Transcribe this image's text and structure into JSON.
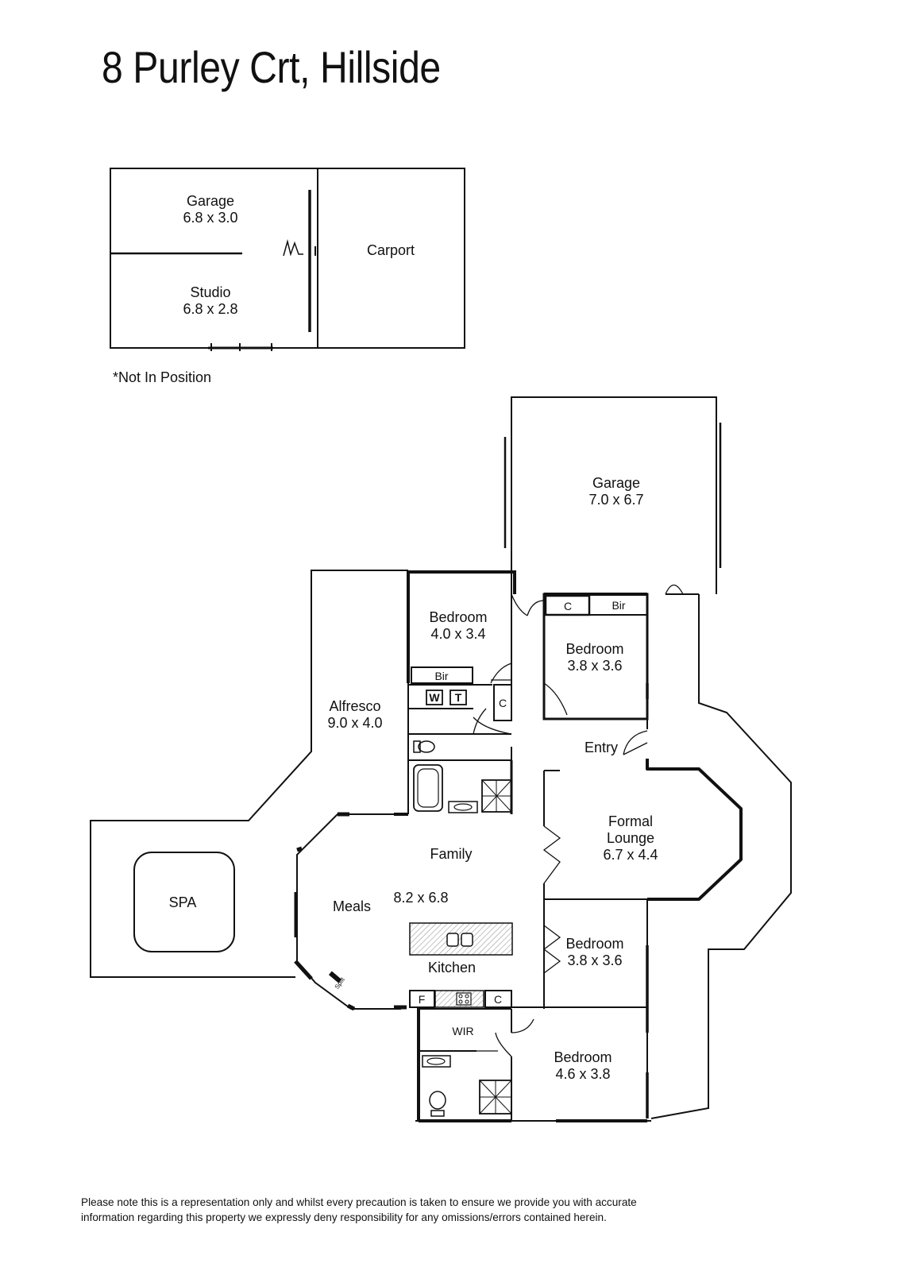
{
  "title": "8 Purley Crt, Hillside",
  "outbuilding": {
    "garage": {
      "name": "Garage",
      "size": "6.8 x 3.0"
    },
    "studio": {
      "name": "Studio",
      "size": "6.8 x 2.8"
    },
    "carport": {
      "name": "Carport"
    },
    "note": "*Not In Position"
  },
  "rooms": {
    "garage": {
      "name": "Garage",
      "size": "7.0 x 6.7"
    },
    "bedroom1": {
      "name": "Bedroom",
      "size": "4.0 x 3.4"
    },
    "bedroom2": {
      "name": "Bedroom",
      "size": "3.8 x 3.6"
    },
    "bedroom3": {
      "name": "Bedroom",
      "size": "3.8 x 3.6"
    },
    "bedroom4": {
      "name": "Bedroom",
      "size": "4.6 x 3.8"
    },
    "alfresco": {
      "name": "Alfresco",
      "size": "9.0 x 4.0"
    },
    "entry": {
      "name": "Entry"
    },
    "formal_lounge": {
      "line1": "Formal",
      "line2": "Lounge",
      "size": "6.7 x 4.4"
    },
    "family": {
      "name": "Family"
    },
    "meals": {
      "name": "Meals"
    },
    "family_meals_size": "8.2 x 6.8",
    "kitchen": {
      "name": "Kitchen"
    },
    "wir": {
      "name": "WIR"
    },
    "spa": {
      "name": "SPA"
    }
  },
  "fixtures": {
    "bir1": "Bir",
    "bir2": "Bir",
    "cupboard1": "C",
    "cupboard2": "C",
    "cupboard3": "C",
    "washer": "W",
    "trough": "T",
    "fridge": "F",
    "split": "Split"
  },
  "disclaimer": {
    "line1": "Please note this is a representation only and whilst every precaution is taken to ensure we provide you with accurate",
    "line2": "information regarding this property we expressly deny responsibility for any omissions/errors contained herein."
  }
}
